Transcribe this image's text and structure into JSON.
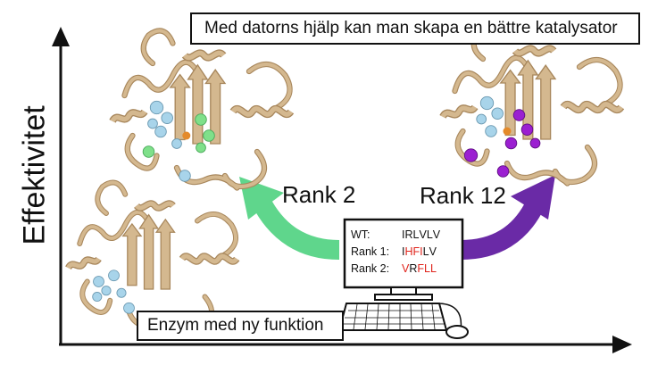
{
  "title": "Med datorns hjälp kan man skapa en bättre katalysator",
  "y_axis_label": "Effektivitet",
  "bottom_label": "Enzym med ny funktion",
  "rank_labels": {
    "left": "Rank 2",
    "right": "Rank 12"
  },
  "screen": {
    "rows": [
      {
        "name": "WT:",
        "sequence": "IRLVLV",
        "mutated": [
          false,
          false,
          false,
          false,
          false,
          false
        ]
      },
      {
        "name": "Rank 1:",
        "sequence": "IHFILV",
        "mutated": [
          false,
          true,
          true,
          true,
          false,
          false
        ]
      },
      {
        "name": "Rank 2:",
        "sequence": "VRFLL",
        "mutated": [
          true,
          false,
          true,
          true,
          true
        ]
      }
    ]
  },
  "colors": {
    "protein": "#d4b88f",
    "protein_outline": "#a8875c",
    "arrow_left": "#5fd68c",
    "arrow_right": "#6a2aa6",
    "site_blue": "#a8d4ea",
    "site_green": "#7fe08a",
    "site_purple": "#9b1fd1",
    "mutation_red": "#e0241c"
  },
  "icons": [
    "computer-icon",
    "keyboard-icon",
    "mouse-icon",
    "protein-structure-icon"
  ]
}
